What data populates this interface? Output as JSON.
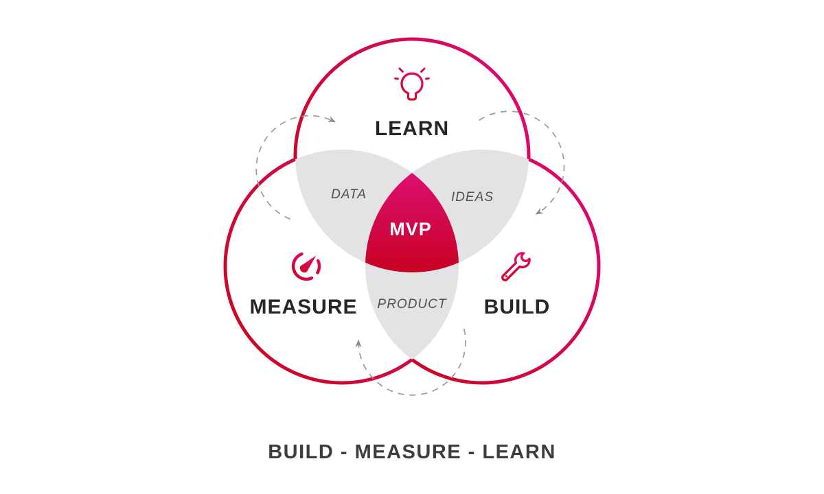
{
  "diagram": {
    "caption": "BUILD - MEASURE - LEARN",
    "circles": [
      {
        "id": "learn",
        "label": "LEARN",
        "icon": "lightbulb-icon"
      },
      {
        "id": "measure",
        "label": "MEASURE",
        "icon": "gauge-icon"
      },
      {
        "id": "build",
        "label": "BUILD",
        "icon": "wrench-icon"
      }
    ],
    "overlaps": {
      "learn_measure": "DATA",
      "learn_build": "IDEAS",
      "measure_build": "PRODUCT",
      "center": "MVP"
    },
    "cycle_arrows": [
      "measure-to-learn",
      "learn-to-build",
      "build-to-measure"
    ],
    "colors": {
      "ring_red": "#cc0622",
      "ring_crimson": "#cf0a48",
      "ring_pink": "#df0670",
      "mvp_gradient_top": "#dc0f73",
      "mvp_gradient_bottom": "#c70120",
      "overlap_gray": "#e4e3e4",
      "heading_text": "#262626",
      "overlap_text": "#4f4f4f",
      "caption_text": "#3d3d3d",
      "dashed_arrow_gray": "#9a9a9a"
    }
  }
}
